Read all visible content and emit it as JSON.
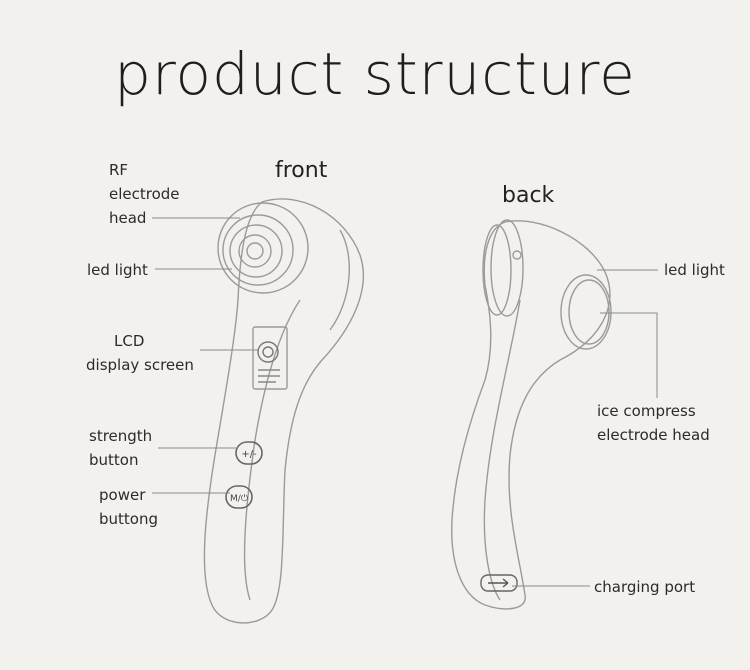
{
  "title": "product structure",
  "views": {
    "front": "front",
    "back": "back"
  },
  "front_callouts": {
    "rf_line1": "RF",
    "rf_line2": "electrode",
    "rf_line3": "head",
    "led_light": "led light",
    "lcd_line1": "LCD",
    "lcd_line2": "display screen",
    "strength_line1": "strength",
    "strength_line2": "button",
    "power_line1": "power",
    "power_line2": "buttong"
  },
  "back_callouts": {
    "led_light": "led light",
    "ice_line1": "ice compress",
    "ice_line2": "electrode head",
    "charging_port": "charging port"
  },
  "device_buttons": {
    "strength": "+/-",
    "power": "M/⏻"
  },
  "colors": {
    "background": "#f3f1ee",
    "line": "#8a8a8a",
    "text": "#2a2a2a"
  }
}
